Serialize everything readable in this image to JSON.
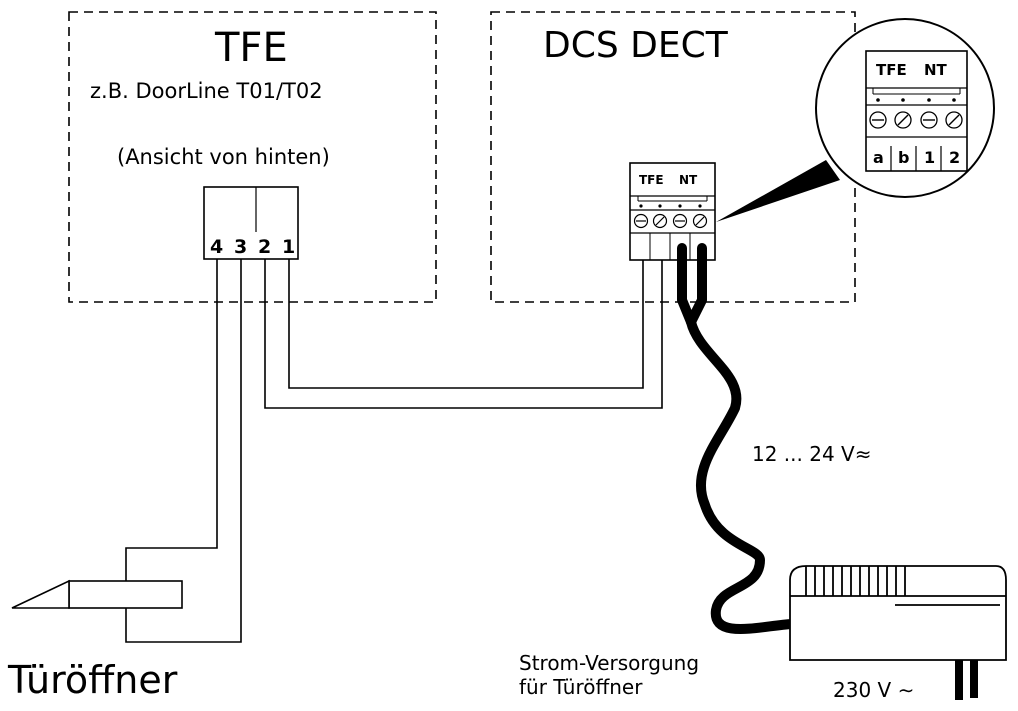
{
  "tfe_box": {
    "title": "TFE",
    "subtitle": "z.B. DoorLine T01/T02",
    "view_note": "(Ansicht von hinten)",
    "pins": [
      "4",
      "3",
      "2",
      "1"
    ]
  },
  "dcs_box": {
    "title": "DCS DECT",
    "terminal_labels": [
      "TFE",
      "NT"
    ]
  },
  "zoom": {
    "header": [
      "TFE",
      "NT"
    ],
    "contacts": [
      "a",
      "b",
      "1",
      "2"
    ]
  },
  "cable_label": "12 ... 24 V≈",
  "power_supply": {
    "label_line1": "Strom-Versorgung",
    "label_line2": "für Türöffner",
    "voltage": "230 V ∼"
  },
  "door_opener_label": "Türöffner"
}
